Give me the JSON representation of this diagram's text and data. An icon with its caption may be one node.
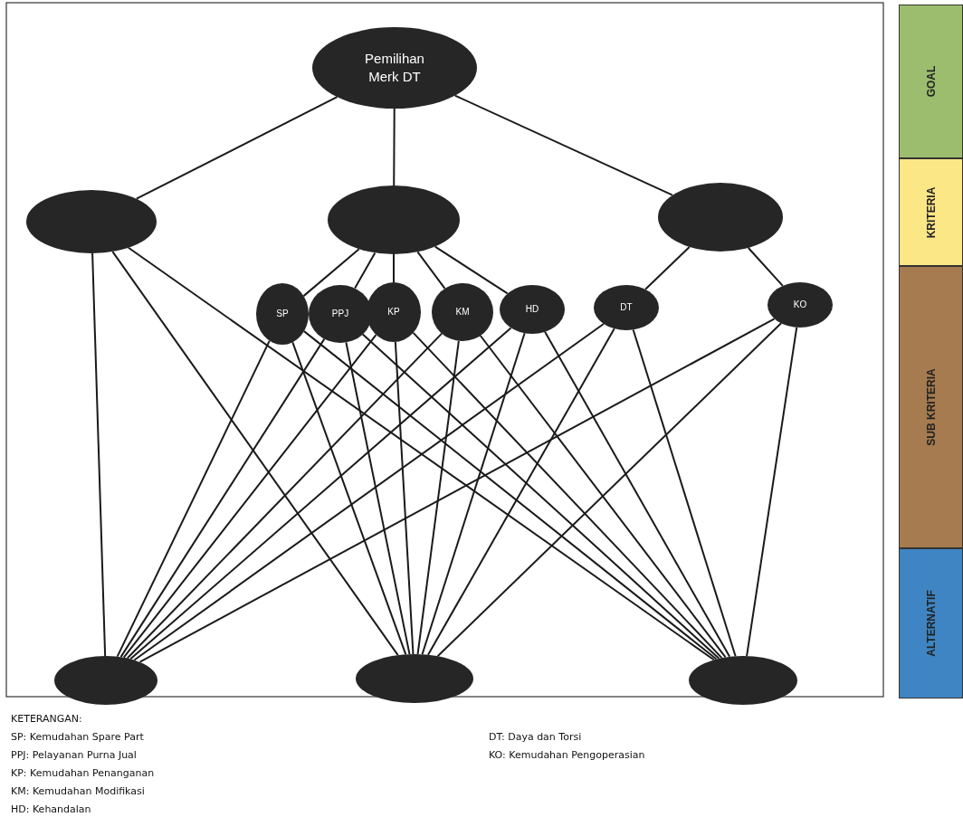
{
  "diagram": {
    "nodes": [
      {
        "text": [
          "Pemilihan Merk DT"
        ]
      },
      {
        "text": [],
        "shape": "ellipse"
      },
      {
        "text": [],
        "shape": "ellipse"
      },
      {
        "text": [],
        "shape": "ellipse"
      },
      {
        "text": [
          "SP"
        ]
      },
      {
        "text": [
          "PPJ"
        ]
      },
      {
        "text": [
          "KP"
        ]
      },
      {
        "text": [
          "KM"
        ]
      },
      {
        "text": [
          "HD"
        ]
      },
      {
        "text": [
          "DT"
        ]
      },
      {
        "text": [
          "KO"
        ]
      },
      {
        "text": [],
        "shape": "ellipse"
      },
      {
        "text": [],
        "shape": "ellipse"
      },
      {
        "text": [],
        "shape": "ellipse"
      },
      {
        "text": [
          "GOAL"
        ]
      },
      {
        "text": [
          "KRITERIA"
        ]
      },
      {
        "text": [
          "SUB KRITERIA"
        ]
      },
      {
        "text": [
          "ALTERNATIF"
        ]
      }
    ],
    "edges": [
      {
        "from": 0,
        "to": 1,
        "arrow": "none"
      },
      {
        "from": 0,
        "to": 2,
        "arrow": "none"
      },
      {
        "from": 0,
        "to": 3,
        "arrow": "none"
      },
      {
        "from": 1,
        "to": 11,
        "arrow": "none"
      },
      {
        "from": 1,
        "to": 12,
        "arrow": "none"
      },
      {
        "from": 1,
        "to": 13,
        "arrow": "none"
      },
      {
        "from": 2,
        "to": 4,
        "arrow": "none"
      },
      {
        "from": 2,
        "to": 5,
        "arrow": "none"
      },
      {
        "from": 2,
        "to": 6,
        "arrow": "none"
      },
      {
        "from": 2,
        "to": 7,
        "arrow": "none"
      },
      {
        "from": 2,
        "to": 8,
        "arrow": "none"
      },
      {
        "from": 3,
        "to": 9,
        "arrow": "none"
      },
      {
        "from": 3,
        "to": 10,
        "arrow": "none"
      },
      {
        "from": 4,
        "to": 11,
        "arrow": "none"
      },
      {
        "from": 4,
        "to": 12,
        "arrow": "none"
      },
      {
        "from": 4,
        "to": 13,
        "arrow": "none"
      },
      {
        "from": 5,
        "to": 11,
        "arrow": "none"
      },
      {
        "from": 5,
        "to": 12,
        "arrow": "none"
      },
      {
        "from": 5,
        "to": 13,
        "arrow": "none"
      },
      {
        "from": 6,
        "to": 11,
        "arrow": "none"
      },
      {
        "from": 6,
        "to": 12,
        "arrow": "none"
      },
      {
        "from": 6,
        "to": 13,
        "arrow": "none"
      },
      {
        "from": 7,
        "to": 11,
        "arrow": "none"
      },
      {
        "from": 7,
        "to": 12,
        "arrow": "none"
      },
      {
        "from": 7,
        "to": 13,
        "arrow": "none"
      },
      {
        "from": 8,
        "to": 11,
        "arrow": "none"
      },
      {
        "from": 8,
        "to": 12,
        "arrow": "none"
      },
      {
        "from": 8,
        "to": 13,
        "arrow": "none"
      },
      {
        "from": 9,
        "to": 11,
        "arrow": "none"
      },
      {
        "from": 9,
        "to": 12,
        "arrow": "none"
      },
      {
        "from": 9,
        "to": 13,
        "arrow": "none"
      },
      {
        "from": 10,
        "to": 11,
        "arrow": "none"
      },
      {
        "from": 10,
        "to": 12,
        "arrow": "none"
      },
      {
        "from": 10,
        "to": 13,
        "arrow": "none"
      }
    ],
    "labels": [
      "KETERANGAN:",
      "SP: Kemudahan Spare Part",
      "PPJ: Pelayanan Purna Jual",
      "KP: Kemudahan Penanganan",
      "KM: Kemudahan Modifikasi",
      "HD: Kehandalan",
      "DT: Daya dan Torsi",
      "KO: Kemudahan Pengoperasian"
    ]
  }
}
